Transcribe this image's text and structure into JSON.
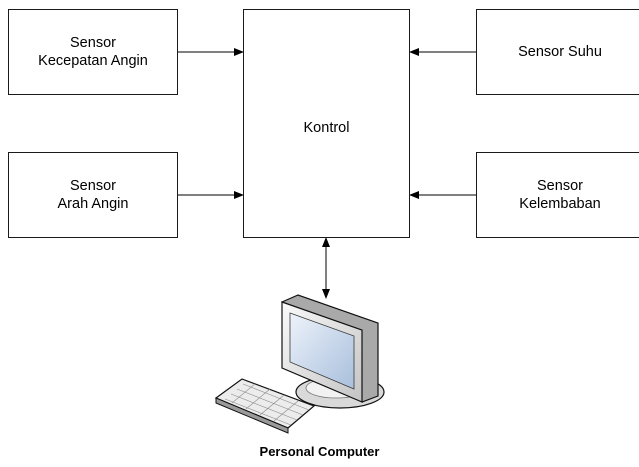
{
  "blocks": {
    "sensor_speed": [
      "Sensor",
      "Kecepatan Angin"
    ],
    "sensor_direction": [
      "Sensor",
      "Arah Angin"
    ],
    "control": "Kontrol",
    "sensor_temperature": [
      "Sensor Suhu"
    ],
    "sensor_humidity": [
      "Sensor",
      "Kelembaban"
    ]
  },
  "computer_label": "Personal Computer",
  "icon": "personal-computer-icon"
}
